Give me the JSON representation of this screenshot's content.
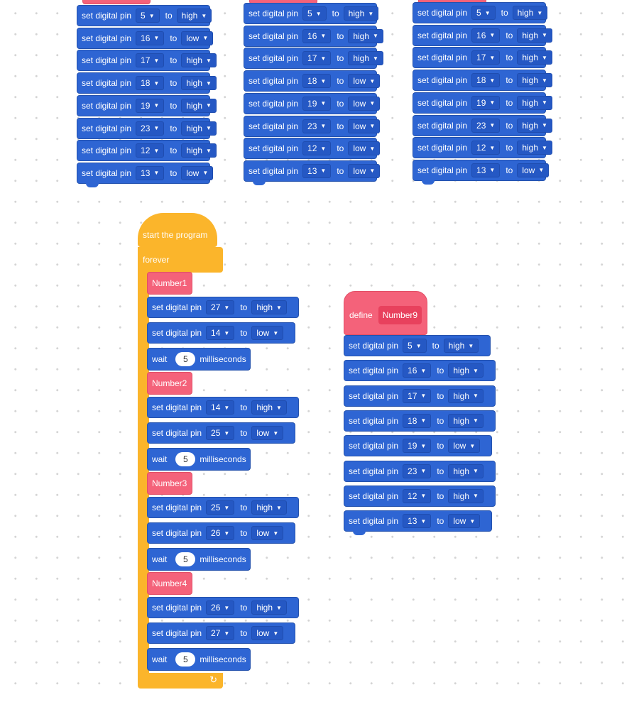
{
  "labels": {
    "set_digital_pin": "set digital pin",
    "to": "to",
    "wait": "wait",
    "milliseconds": "milliseconds",
    "define": "define"
  },
  "stack1": [
    {
      "pin": "5",
      "level": "high"
    },
    {
      "pin": "16",
      "level": "low"
    },
    {
      "pin": "17",
      "level": "high"
    },
    {
      "pin": "18",
      "level": "high"
    },
    {
      "pin": "19",
      "level": "high"
    },
    {
      "pin": "23",
      "level": "high"
    },
    {
      "pin": "12",
      "level": "high"
    },
    {
      "pin": "13",
      "level": "low"
    }
  ],
  "stack2": [
    {
      "pin": "5",
      "level": "high"
    },
    {
      "pin": "16",
      "level": "high"
    },
    {
      "pin": "17",
      "level": "high"
    },
    {
      "pin": "18",
      "level": "low"
    },
    {
      "pin": "19",
      "level": "low"
    },
    {
      "pin": "23",
      "level": "low"
    },
    {
      "pin": "12",
      "level": "low"
    },
    {
      "pin": "13",
      "level": "low"
    }
  ],
  "stack3": [
    {
      "pin": "5",
      "level": "high"
    },
    {
      "pin": "16",
      "level": "high"
    },
    {
      "pin": "17",
      "level": "high"
    },
    {
      "pin": "18",
      "level": "high"
    },
    {
      "pin": "19",
      "level": "high"
    },
    {
      "pin": "23",
      "level": "high"
    },
    {
      "pin": "12",
      "level": "high"
    },
    {
      "pin": "13",
      "level": "low"
    }
  ],
  "main": {
    "start_label": "start the program",
    "forever_label": "forever",
    "groups": [
      {
        "name": "Number1",
        "a": {
          "pin": "27",
          "level": "high"
        },
        "b": {
          "pin": "14",
          "level": "low"
        },
        "wait": "5"
      },
      {
        "name": "Number2",
        "a": {
          "pin": "14",
          "level": "high"
        },
        "b": {
          "pin": "25",
          "level": "low"
        },
        "wait": "5"
      },
      {
        "name": "Number3",
        "a": {
          "pin": "25",
          "level": "high"
        },
        "b": {
          "pin": "26",
          "level": "low"
        },
        "wait": "5"
      },
      {
        "name": "Number4",
        "a": {
          "pin": "26",
          "level": "high"
        },
        "b": {
          "pin": "27",
          "level": "low"
        },
        "wait": "5"
      }
    ]
  },
  "define": {
    "name": "Number9",
    "blocks": [
      {
        "pin": "5",
        "level": "high"
      },
      {
        "pin": "16",
        "level": "high"
      },
      {
        "pin": "17",
        "level": "high"
      },
      {
        "pin": "18",
        "level": "high"
      },
      {
        "pin": "19",
        "level": "low"
      },
      {
        "pin": "23",
        "level": "high"
      },
      {
        "pin": "12",
        "level": "high"
      },
      {
        "pin": "13",
        "level": "low"
      }
    ]
  }
}
